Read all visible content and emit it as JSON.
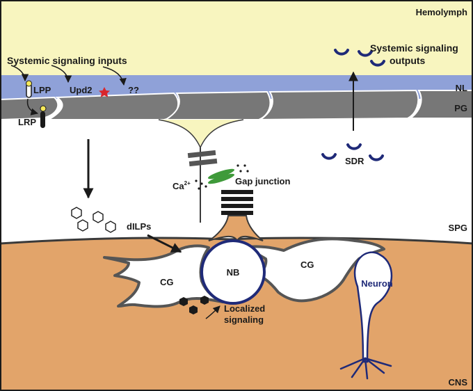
{
  "regions": {
    "hemolymph": "Hemolymph",
    "nl": "NL",
    "pg": "PG",
    "spg": "SPG",
    "cns": "CNS"
  },
  "inputs": {
    "title": "Systemic signaling inputs",
    "lpp": "LPP",
    "upd2": "Upd2",
    "unknown": "??",
    "lrp": "LRP"
  },
  "outputs": {
    "title_line1": "Systemic signaling",
    "title_line2": "outputs",
    "sdr": "SDR"
  },
  "junction": {
    "calcium": "Ca",
    "calcium_charge": "2+",
    "gap_junction": "Gap junction"
  },
  "signals": {
    "dilps": "dILPs",
    "localized_line1": "Localized",
    "localized_line2": "signaling"
  },
  "cells": {
    "cg_left": "CG",
    "cg_right": "CG",
    "nb": "NB",
    "neuron": "Neuron"
  },
  "colors": {
    "hemolymph": "#f8f5bf",
    "neural_lamella": "#8fa1d8",
    "perineurial_glia": "#7a7a7a",
    "cns": "#e2a46a",
    "sdr": "#1f2a78",
    "gap_junction": "#3f9a3a",
    "upd2_star": "#d8262c"
  }
}
